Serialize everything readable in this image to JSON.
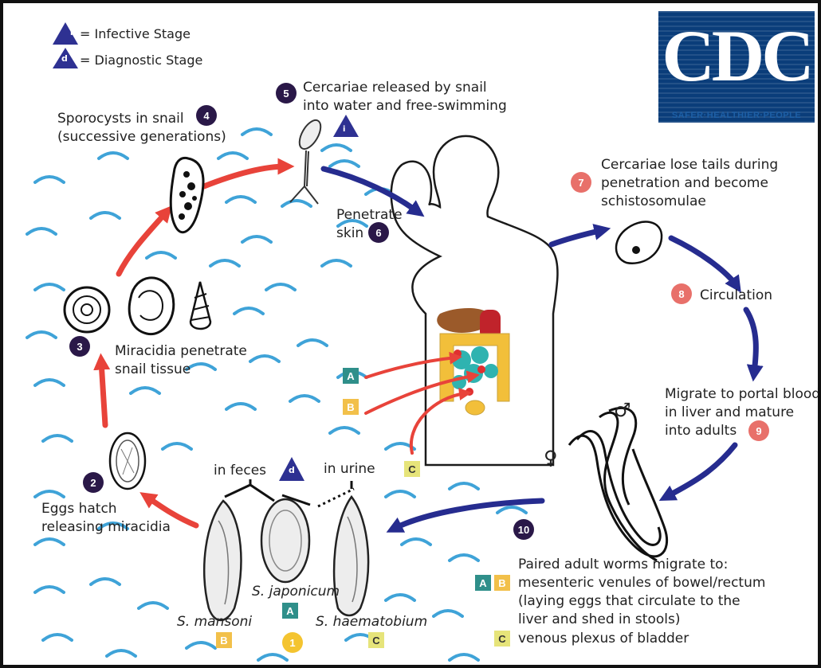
{
  "legend": {
    "infective_symbol": "i",
    "infective_label": "= Infective Stage",
    "diagnostic_symbol": "d",
    "diagnostic_label": "= Diagnostic Stage"
  },
  "logo": {
    "text": "CDC",
    "tagline": "SAFER·HEALTHIER·PEOPLE"
  },
  "steps": {
    "s1": {
      "num": "1"
    },
    "s2": {
      "num": "2",
      "line1": "Eggs hatch",
      "line2": "releasing miracidia"
    },
    "s3": {
      "num": "3",
      "line1": "Miracidia penetrate",
      "line2": "snail tissue"
    },
    "s4": {
      "num": "4",
      "line1": "Sporocysts in snail",
      "line2": "(successive generations)"
    },
    "s5": {
      "num": "5",
      "line1": "Cercariae released by snail",
      "line2": "into water and free-swimming"
    },
    "s6": {
      "num": "6",
      "line1": "Penetrate",
      "line2": "skin"
    },
    "s7": {
      "num": "7",
      "line1": "Cercariae lose tails during",
      "line2": "penetration and become",
      "line3": "schistosomulae"
    },
    "s8": {
      "num": "8",
      "line1": "Circulation"
    },
    "s9": {
      "num": "9",
      "line1": "Migrate to portal blood",
      "line2": "in liver and mature",
      "line3": "into adults"
    },
    "s10": {
      "num": "10",
      "line1": "Paired adult worms migrate to:",
      "line2": "mesenteric venules of bowel/rectum",
      "line3": "(laying eggs that circulate to the",
      "line4": "liver and shed in stools)",
      "line5": "venous plexus of bladder"
    }
  },
  "eggs": {
    "in_feces": "in feces",
    "in_urine": "in urine",
    "mansoni": "S. mansoni",
    "japonicum": "S. japonicum",
    "haematobium": "S. haematobium"
  },
  "badges": {
    "A": "A",
    "B": "B",
    "C": "C",
    "i": "i",
    "d": "d"
  },
  "symbols": {
    "female": "♀",
    "male": "♂"
  },
  "colors": {
    "dark_step": "#2a1848",
    "red_step": "#e8706a",
    "gold_step": "#f4c430",
    "arrow_red": "#e8433a",
    "arrow_blue": "#262c8f",
    "water": "#3fa3d8",
    "badge_A": "#2f8f8a",
    "badge_B": "#f2c04a",
    "badge_C": "#e6e47a",
    "cdc_blue": "#0a3d7a"
  }
}
